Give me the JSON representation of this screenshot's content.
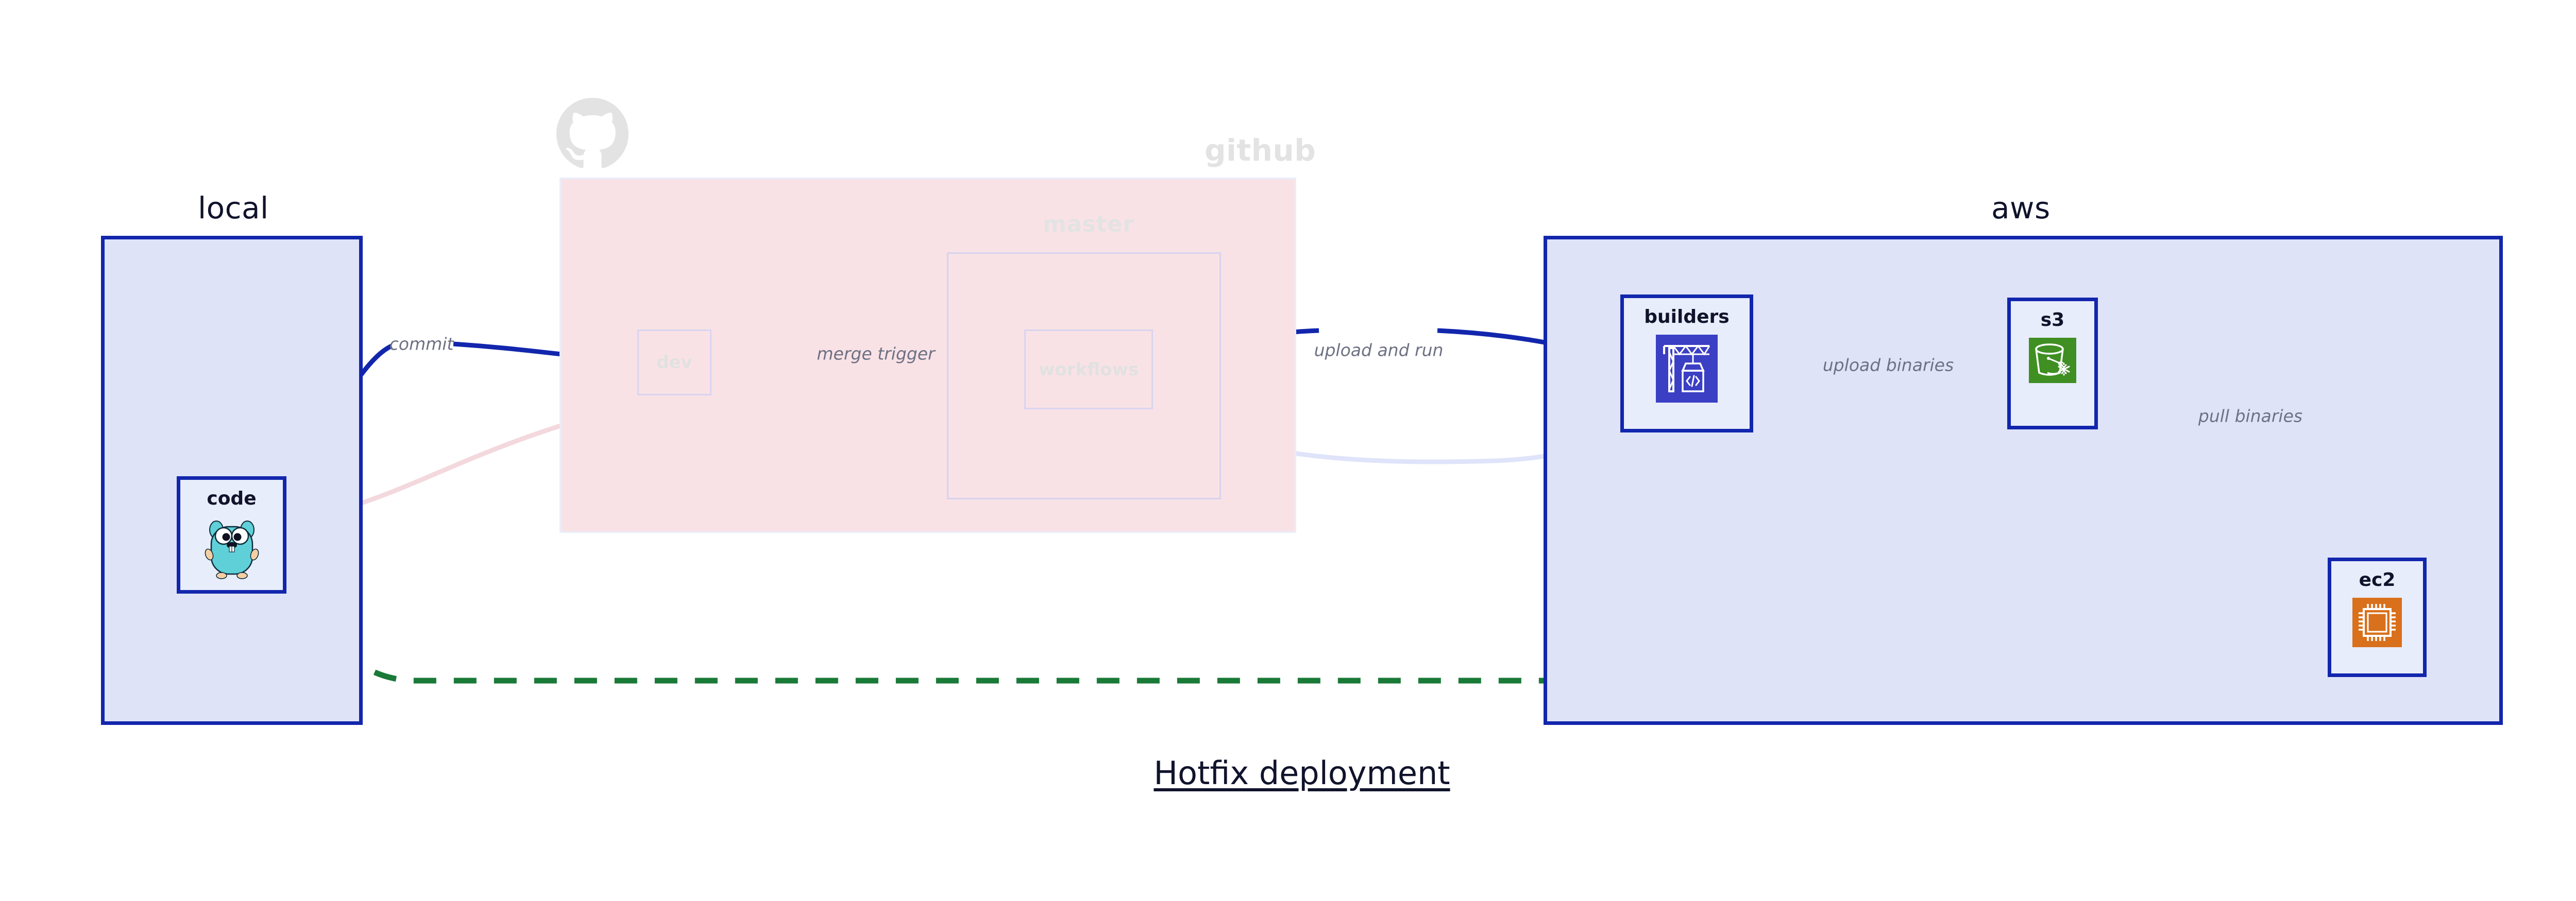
{
  "diagram": {
    "caption": "Hotfix deployment",
    "background": "#ffffff",
    "accent_blue": "#1226ad",
    "node_fill": "#e8edfb",
    "group_blue_fill": "#dee3f8",
    "group_pink_fill": "#f9e2e6",
    "faded_color": "#e1e1e1",
    "label_color": "#6d7183",
    "green": "#1a7a38"
  },
  "groups": [
    {
      "id": "local",
      "title": "local",
      "faded": false
    },
    {
      "id": "github",
      "title": "github",
      "faded": true
    },
    {
      "id": "aws",
      "title": "aws",
      "faded": false
    }
  ],
  "subgroups": [
    {
      "id": "master",
      "title": "master",
      "parent": "github",
      "faded": true
    }
  ],
  "nodes": [
    {
      "id": "code",
      "label": "code",
      "group": "local",
      "icon": "go-gopher-icon",
      "faded": false
    },
    {
      "id": "dev",
      "label": "dev",
      "group": "github",
      "icon": "none",
      "faded": true
    },
    {
      "id": "workflows",
      "label": "workflows",
      "group": "master",
      "icon": "none",
      "faded": true
    },
    {
      "id": "builders",
      "label": "builders",
      "group": "aws",
      "icon": "aws-codebuild-icon",
      "faded": false
    },
    {
      "id": "s3",
      "label": "s3",
      "group": "aws",
      "icon": "aws-s3-glacier-icon",
      "faded": false
    },
    {
      "id": "ec2",
      "label": "ec2",
      "group": "aws",
      "icon": "aws-ec2-icon",
      "faded": false
    }
  ],
  "edges": [
    {
      "id": "commit",
      "from": "code",
      "to": "dev",
      "label": "commit",
      "style": "solid",
      "color": "#1226ad",
      "faded": false
    },
    {
      "id": "merge-trigger",
      "from": "dev",
      "to": "workflows",
      "label": "merge trigger",
      "style": "solid",
      "color": "#1226ad",
      "faded": false
    },
    {
      "id": "upload-and-run",
      "from": "workflows",
      "to": "builders",
      "label": "upload and run",
      "style": "solid",
      "color": "#1226ad",
      "faded": false
    },
    {
      "id": "upload-binaries",
      "from": "builders",
      "to": "s3",
      "label": "upload binaries",
      "style": "solid",
      "color": "#1226ad",
      "faded": false
    },
    {
      "id": "pull-binaries",
      "from": "s3",
      "to": "ec2",
      "label": "pull binaries",
      "style": "solid",
      "color": "#1226ad",
      "faded": false
    },
    {
      "id": "hotfix-direct",
      "from": "code",
      "to": "ec2",
      "label": "",
      "style": "dashed",
      "color": "#1a7a38",
      "faded": false
    },
    {
      "id": "ghost-code-dev",
      "from": "code",
      "to": "dev",
      "label": "",
      "style": "solid",
      "color": "#f3d8dd",
      "faded": true
    },
    {
      "id": "ghost-dev-wf",
      "from": "dev",
      "to": "workflows",
      "label": "",
      "style": "solid",
      "color": "#d8d4ee",
      "faded": true
    },
    {
      "id": "ghost-wf-build",
      "from": "workflows",
      "to": "builders",
      "label": "",
      "style": "solid",
      "color": "#dfe4fa",
      "faded": true
    }
  ],
  "icons": {
    "github_octocat": "github-octocat-icon"
  }
}
